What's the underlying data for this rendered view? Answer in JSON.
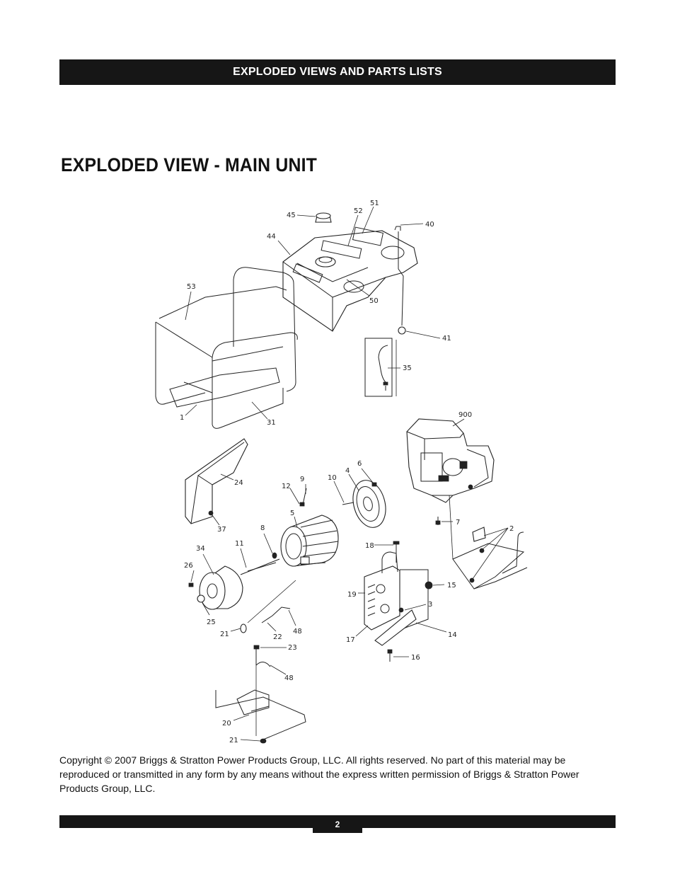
{
  "header": {
    "section_title": "EXPLODED VIEWS AND PARTS LISTS"
  },
  "page_title": "EXPLODED VIEW - MAIN UNIT",
  "diagram": {
    "callouts": [
      "45",
      "52",
      "51",
      "40",
      "44",
      "53",
      "50",
      "41",
      "35",
      "1",
      "31",
      "900",
      "24",
      "6",
      "4",
      "10",
      "9",
      "12",
      "5",
      "37",
      "7",
      "2",
      "34",
      "11",
      "8",
      "18",
      "26",
      "15",
      "19",
      "3",
      "25",
      "21",
      "22",
      "48",
      "17",
      "14",
      "23",
      "16",
      "48",
      "20",
      "21"
    ]
  },
  "copyright": "Copyright © 2007 Briggs & Stratton Power Products Group, LLC.  All rights reserved.  No part of this material may be reproduced or transmitted in any form by any means without the express written permission of Briggs & Stratton Power Products Group, LLC.",
  "footer": {
    "page_number": "2"
  }
}
